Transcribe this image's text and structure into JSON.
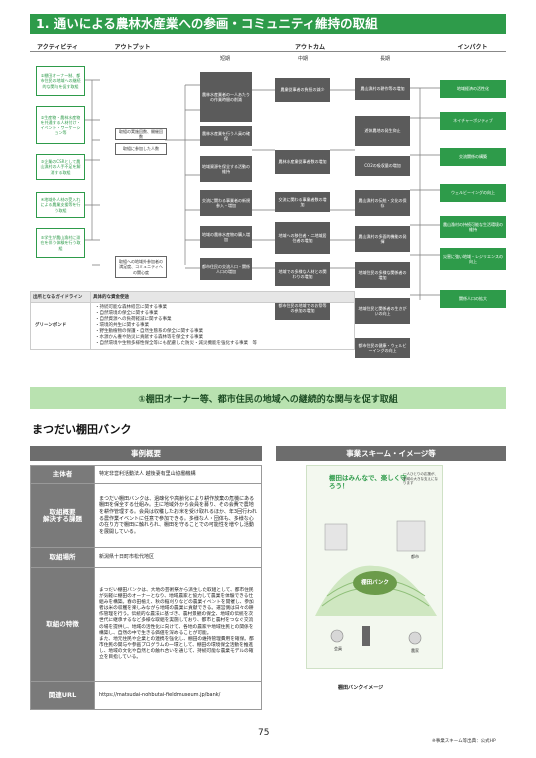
{
  "title": "1. 通いによる農林水産業への参画・コミュニティ維持の取組",
  "columns": {
    "activity": "アクティビティ",
    "output": "アウトプット",
    "outcome": "アウトカム",
    "impact": "インパクト",
    "short": "短期",
    "mid": "中期",
    "long": "長期"
  },
  "activities": [
    "①棚田オーナー制、都市住民の地域への継続的な関与を促す取組",
    "②生産物・農林水産物を共通する人材付け・イベント・ワーケーション等",
    "③企業のCSRとして農山漁村の人手不足を解消する取組",
    "④地域外人材の受入れによる農業支援等を行う取組",
    "⑤学生が農山漁村に滞在を伴う体験を行う取組"
  ],
  "outputs": [
    "取組の実施回数、開催回数",
    "取組に参加した人数",
    "取組への地域外参加者の満足度、コミュニティへの関心度"
  ],
  "outcomes_short": [
    "農林水産業者の一人あたりの作業時間の削減",
    "農林水産業を行う人員の確保",
    "地域資源を保全する活動の維持",
    "交流に関わる事業者の新規参入・増加",
    "地域の農林水産物の購入増加",
    "都市住民の交流人口・関係人口の増加"
  ],
  "outcomes_mid": [
    "農業従事者の負担の減少",
    "農林水産業従事者数の増加",
    "交流に関わる事業者数の増加",
    "地域への移住者・二地域居住者の増加",
    "地域での多様な人材との関わりの増加",
    "都市住民の地域でのお祭等の参加の増加"
  ],
  "outcomes_long": [
    "農山漁村の耕作等の増加",
    "遊休農地の発生抑止",
    "CO2の吸収量の増加",
    "農山漁村の伝統・文化の保存",
    "農山漁村の多面的機能の発揮",
    "地域住民の多様な関係者の増加",
    "地域住民と関係者の生きがいの向上",
    "都市住民の健康・ウェルビーイングの向上"
  ],
  "impacts": [
    "地域経済の活性化",
    "ネイチャーポジティブ",
    "交流関係の構築",
    "ウェルビーイングの向上",
    "農山漁村の持続可能な生活環境の維持",
    "災害に強い地域・レジリエンスの向上",
    "関係人口の拡大"
  ],
  "guideline": {
    "header_left": "出所となるガイドライン",
    "header_right": "具体的な資金使途",
    "name": "グリーンボンド",
    "items": [
      "・持続可能な森林経営に関する事業",
      "・自然環境の保全に関する事業",
      "・自然資源への負荷軽減に関する事業",
      "・環境的共生に関する事業",
      "・野生動植物の保護・自然生態系の保全に関する事業",
      "・水源かん養や防災に貢献する森林等を保全する事業",
      "・自然環境や生物多様性保全等にも配慮した防災・減災機能を強化する事業　等"
    ]
  },
  "banner": "①棚田オーナー等、都市住民の地域への継続的な関与を促す取組",
  "case_title": "まつだい棚田バンク",
  "case_overview_head": "事例概要",
  "scheme_head": "事業スキーム・イメージ等",
  "rows": [
    {
      "key": "主体者",
      "value": "特定非営利活動法人 越後妻有里山協働機構"
    },
    {
      "key": "取組概要\n解決する課題",
      "value": "まつだい棚田バンクは、過疎化や高齢化により耕作放棄の危機にある棚田を保全する仕組み。主に地域外から会員を募り、その会費で農地を耕作管理する。会員は収穫したお米を受け取れるほか、年3回行われる農作業イベントに任意で参加できる。多様な人・団体も、多様な心の在り方で棚田に触れられ、棚田を守ることでの可能性を増やし活動を展開している。"
    },
    {
      "key": "取組場所",
      "value": "新潟県十日町市松代地区"
    },
    {
      "key": "取組の特徴",
      "value": "まつだい棚田バンクは、大地の芸術祭から派生した取組として、都市住民が気軽に棚田のオーナーとなり、地域農家と協力して農業を体験できる仕組みを構築。春の田植え、秋の稲刈りなどの農業イベントを開催し、参加者は米の収穫を楽しみながら地域の農業に貢献できる。運営側は日々の耕作管理を行う。伝統的な農法に基づき、農村景観の保全、地域の伝統を次世代に継承するなど多様な取組を実施しており、都市と農村をつなぐ交流の場を提供し、地域の活性化に向けて、各地の農家や地域住民との関係を構築し、自然の中で生きる価値を深めることが可能。\nまた、地元住民や企業との連携を強化し、棚田の維持管理費用を確保。都市住民の関与や参画プログラムの一環として、棚田の環境保全活動を推進し、地域の文化や自然との触れ合いを通じて、持続可能な農業モデルの確立を目指している。"
    },
    {
      "key": "関連URL",
      "value": "https://matsudai-nohbutai-fieldmuseum.jp/bank/"
    }
  ],
  "scheme": {
    "headline": "棚田はみんなで、楽しく守ろう！",
    "center_label": "棚田バンク",
    "side_note": "一人ひとりの応援が、地域の大きな支えになります",
    "label_owner": "会員",
    "label_farmer": "農家",
    "label_city": "都市"
  },
  "caption": "棚田バンクイメージ",
  "note": "※事業スキーム等出典：公式HP",
  "page_number": "75"
}
